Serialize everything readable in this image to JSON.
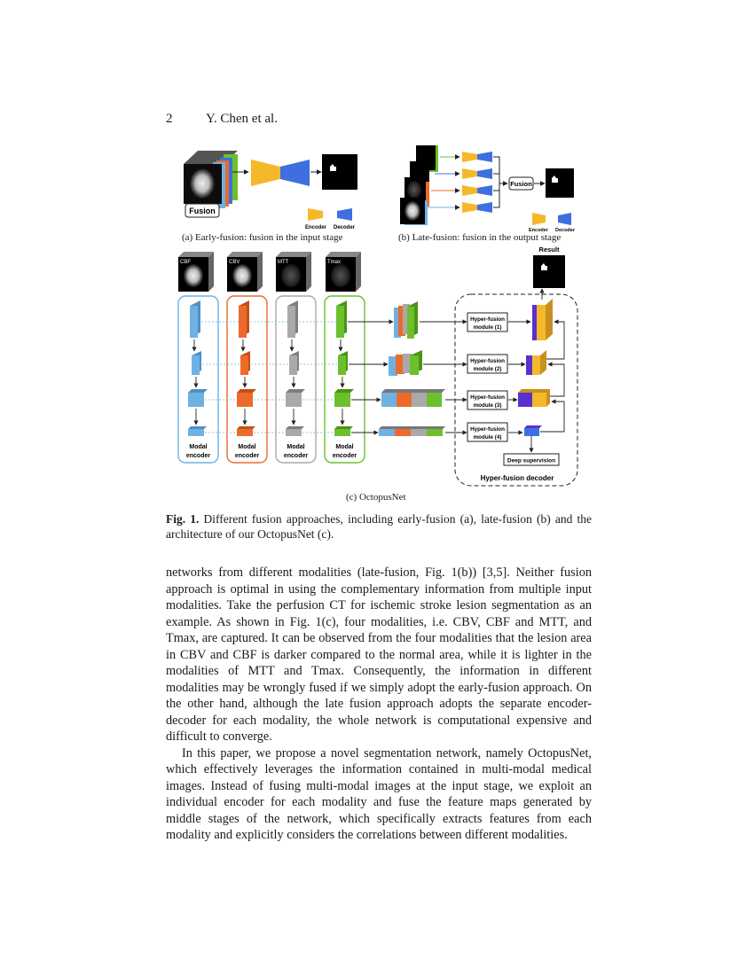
{
  "header": {
    "page_number": "2",
    "authors": "Y. Chen et al."
  },
  "figure": {
    "panel_a": {
      "caption": "(a) Early-fusion: fusion in the input stage",
      "fusion_label": "Fusion",
      "legend": {
        "encoder": "Encoder",
        "decoder": "Decoder"
      }
    },
    "panel_b": {
      "caption": "(b) Late-fusion: fusion in the output stage",
      "fusion_label": "Fusion",
      "legend": {
        "encoder": "Encoder",
        "decoder": "Decoder"
      }
    },
    "panel_c": {
      "caption": "(c) OctopusNet",
      "result_label": "Result",
      "modalities": [
        "CBF",
        "CBV",
        "MTT",
        "Tmax"
      ],
      "encoder_label_line1": "Modal",
      "encoder_label_line2": "encoder",
      "hyper_modules": [
        {
          "line1": "Hyper-fusion",
          "line2": "module (1)"
        },
        {
          "line1": "Hyper-fusion",
          "line2": "module (2)"
        },
        {
          "line1": "Hyper-fusion",
          "line2": "module (3)"
        },
        {
          "line1": "Hyper-fusion",
          "line2": "module (4)"
        }
      ],
      "deep_supervision": "Deep supervision",
      "decoder_label": "Hyper-fusion decoder"
    },
    "colors": {
      "blue": "#6fb1e2",
      "orange": "#ed6a2c",
      "gray": "#a9a9a9",
      "green": "#6cc02c",
      "encoder": "#f6b82b",
      "decoder": "#3d6fe0",
      "purple": "#5a2fd0"
    }
  },
  "caption": {
    "label": "Fig. 1.",
    "text": " Different fusion approaches, including early-fusion (a), late-fusion (b) and the architecture of our OctopusNet (c)."
  },
  "body": [
    "networks from different modalities (late-fusion, Fig. 1(b)) [3,5]. Neither fusion approach is optimal in using the complementary information from multiple input modalities. Take the perfusion CT for ischemic stroke lesion segmentation as an example. As shown in Fig. 1(c), four modalities, i.e. CBV, CBF and MTT, and Tmax, are captured. It can be observed from the four modalities that the lesion area in CBV and CBF is darker compared to the normal area, while it is lighter in the modalities of MTT and Tmax. Consequently, the information in different modalities may be wrongly fused if we simply adopt the early-fusion approach. On the other hand, although the late fusion approach adopts the separate encoder-decoder for each modality, the whole network is computational expensive and difficult to converge.",
    "In this paper, we propose a novel segmentation network, namely OctopusNet, which effectively leverages the information contained in multi-modal medical images. Instead of fusing multi-modal images at the input stage, we exploit an individual encoder for each modality and fuse the feature maps generated by middle stages of the network, which specifically extracts features from each modality and explicitly considers the correlations between different modalities."
  ]
}
